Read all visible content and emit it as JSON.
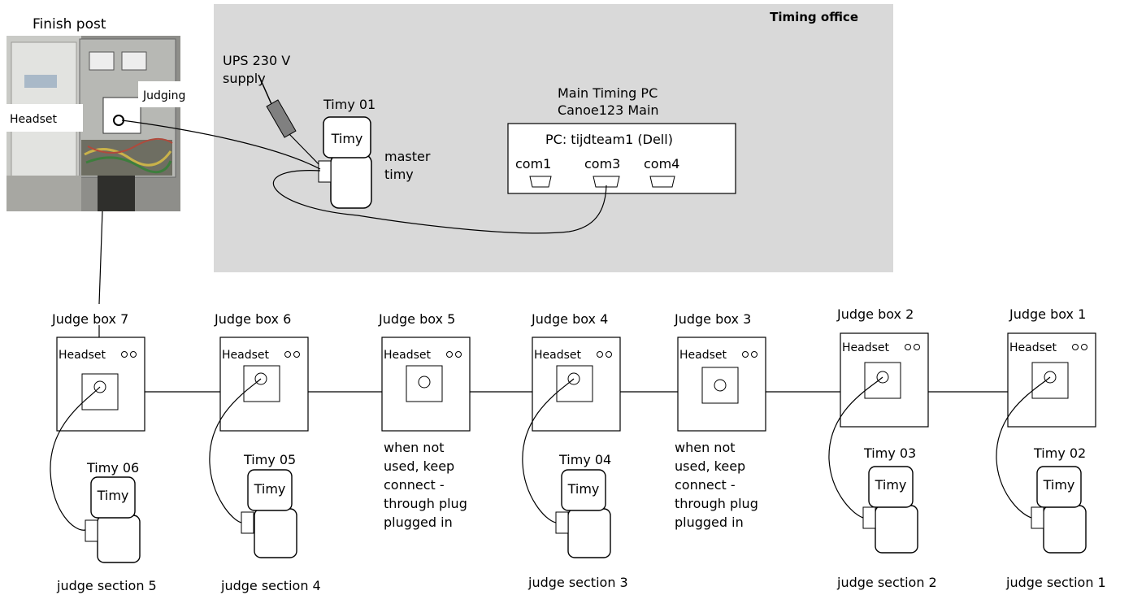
{
  "finish_post": {
    "title": "Finish post",
    "headset_label": "Headset",
    "judging_label": "Judging"
  },
  "timing_office": {
    "title": "Timing office",
    "ups_line1": "UPS 230 V",
    "ups_line2": "supply",
    "master_timy": {
      "name": "Timy 01",
      "screen": "Timy",
      "note_line1": "master",
      "note_line2": "timy"
    },
    "pc": {
      "title_line1": "Main  Timing PC",
      "title_line2": "Canoe123 Main",
      "label": "PC: tijdteam1 (Dell)",
      "ports": [
        "com1",
        "com3",
        "com4"
      ]
    }
  },
  "judge_boxes": [
    {
      "title": "Judge box 7",
      "headset": "Headset",
      "timy": "Timy 06",
      "screen": "Timy",
      "section": "judge section 5"
    },
    {
      "title": "Judge box 6",
      "headset": "Headset",
      "timy": "Timy 05",
      "screen": "Timy",
      "section": "judge section 4"
    },
    {
      "title": "Judge box 5",
      "headset": "Headset",
      "note": [
        "when not",
        "used, keep",
        "connect -",
        "through plug",
        "plugged in"
      ]
    },
    {
      "title": "Judge box 4",
      "headset": "Headset",
      "timy": "Timy 04",
      "screen": "Timy",
      "section": "judge section 3"
    },
    {
      "title": "Judge box 3",
      "headset": "Headset",
      "note": [
        "when not",
        "used, keep",
        "connect -",
        "through plug",
        "plugged in"
      ]
    },
    {
      "title": "Judge box 2",
      "headset": "Headset",
      "timy": "Timy 03",
      "screen": "Timy",
      "section": "judge section 2"
    },
    {
      "title": "Judge box 1",
      "headset": "Headset",
      "timy": "Timy 02",
      "screen": "Timy",
      "section": "judge section 1"
    }
  ]
}
